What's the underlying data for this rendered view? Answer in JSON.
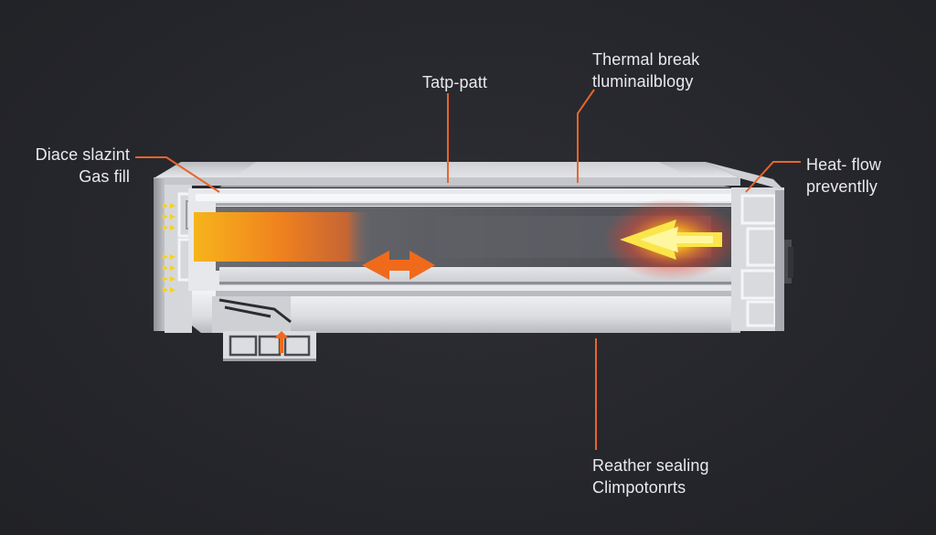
{
  "labels": {
    "glazing": {
      "line1": "Diace slazint",
      "line2": "Gas fill"
    },
    "top_part": {
      "line1": "Tatp-patt"
    },
    "thermal_break": {
      "line1": "Thermal break",
      "line2": "tluminailblogy"
    },
    "heat_flow": {
      "line1": "Heat- flow",
      "line2": "preventlly"
    },
    "weather_sealing": {
      "line1": "Reather sealing",
      "line2": "Climpotonrts"
    }
  },
  "colors": {
    "background": "#26272c",
    "leader_line": "#e8652a",
    "profile_light": "#e6e7ea",
    "profile_shadow": "#9a9ca2",
    "heat_yellow": "#f5d21e",
    "heat_orange": "#f06a1c",
    "heat_red": "#e8402a"
  }
}
